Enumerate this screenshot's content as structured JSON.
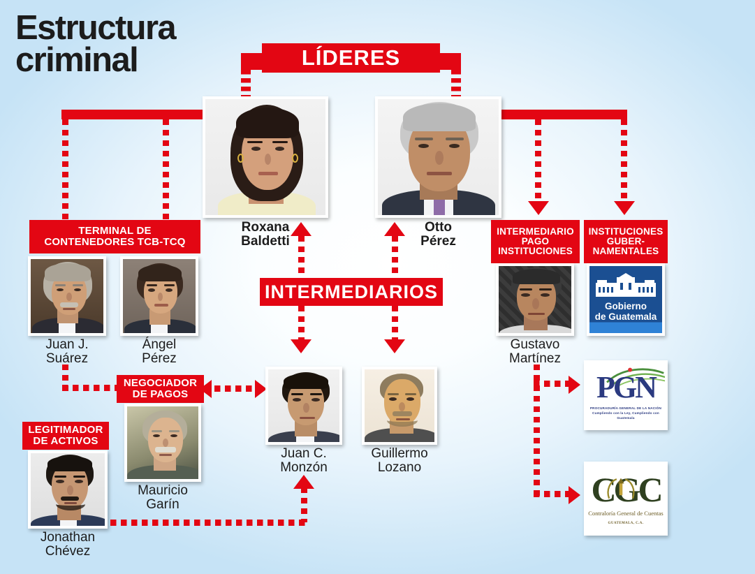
{
  "title": "Estructura\ncriminal",
  "colors": {
    "red": "#E30613",
    "text_dark": "#1C1C1C",
    "bg_blue": "#CDE8F8"
  },
  "banners": {
    "leaders": "LÍDERES",
    "intermediaries": "INTERMEDIARIOS"
  },
  "labels": {
    "terminal": "TERMINAL DE\nCONTENEDORES TCB-TCQ",
    "negociador": "NEGOCIADOR\nDE PAGOS",
    "legitimador": "LEGITIMADOR\nDE ACTIVOS",
    "intermediario_pago": "INTERMEDIARIO\nPAGO\nINSTITUCIONES",
    "instituciones_gub": "INSTITUCIONES\nGUBER-\nNAMENTALES"
  },
  "people": {
    "baldetti": {
      "name": "Roxana\nBaldetti",
      "photo": "portrait-roxana-baldetti"
    },
    "perez": {
      "name": "Otto\nPérez",
      "photo": "portrait-otto-perez"
    },
    "suarez": {
      "name": "Juan J.\nSuárez",
      "photo": "portrait-juan-j-suarez"
    },
    "angel_perez": {
      "name": "Ángel\nPérez",
      "photo": "portrait-angel-perez"
    },
    "martinez": {
      "name": "Gustavo\nMartínez",
      "photo": "portrait-gustavo-martinez"
    },
    "monzon": {
      "name": "Juan C.\nMonzón",
      "photo": "portrait-juan-c-monzon"
    },
    "lozano": {
      "name": "Guillermo\nLozano",
      "photo": "portrait-guillermo-lozano"
    },
    "garin": {
      "name": "Mauricio\nGarín",
      "photo": "portrait-mauricio-garin"
    },
    "chevez": {
      "name": "Jonathan\nChévez",
      "photo": "portrait-jonathan-chevez"
    }
  },
  "logos": {
    "gobierno": {
      "text": "Gobierno\nde Guatemala",
      "name": "gobierno-de-guatemala-logo"
    },
    "pgn": {
      "acronym": "PGN",
      "subtitle": "PROCURADURÍA GENERAL DE LA NACIÓN\nCumpliendo con la Ley, Cumpliendo con Guatemala",
      "name": "pgn-logo"
    },
    "cgc": {
      "acronym": "CGC",
      "subtitle": "Contraloría General de Cuentas",
      "country": "GUATEMALA, C.A.",
      "name": "cgc-logo"
    }
  }
}
